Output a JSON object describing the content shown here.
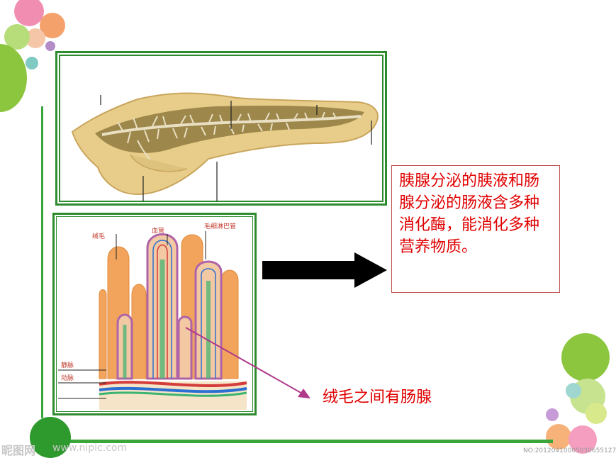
{
  "slide": {
    "description_box": "胰腺分泌的胰液和肠腺分泌的肠液含多种消化酶，能消化多种营养物质。",
    "caption_villi": "绒毛之间有肠腺"
  },
  "villi_figure": {
    "label_villus": "绒毛",
    "label_vessel": "血管",
    "label_lymph": "毛细淋巴管",
    "label_vein": "静脉",
    "label_artery": "动脉"
  },
  "watermark": {
    "logo": "昵图网",
    "url": "www.nipic.com",
    "id": "NO:20120410005030655127"
  },
  "colors": {
    "frame_green": "#2e8b2e",
    "text_red": "#e00000",
    "arrow_magenta": "#b03a8a",
    "bottom_bar_green": "#3aa63a"
  }
}
